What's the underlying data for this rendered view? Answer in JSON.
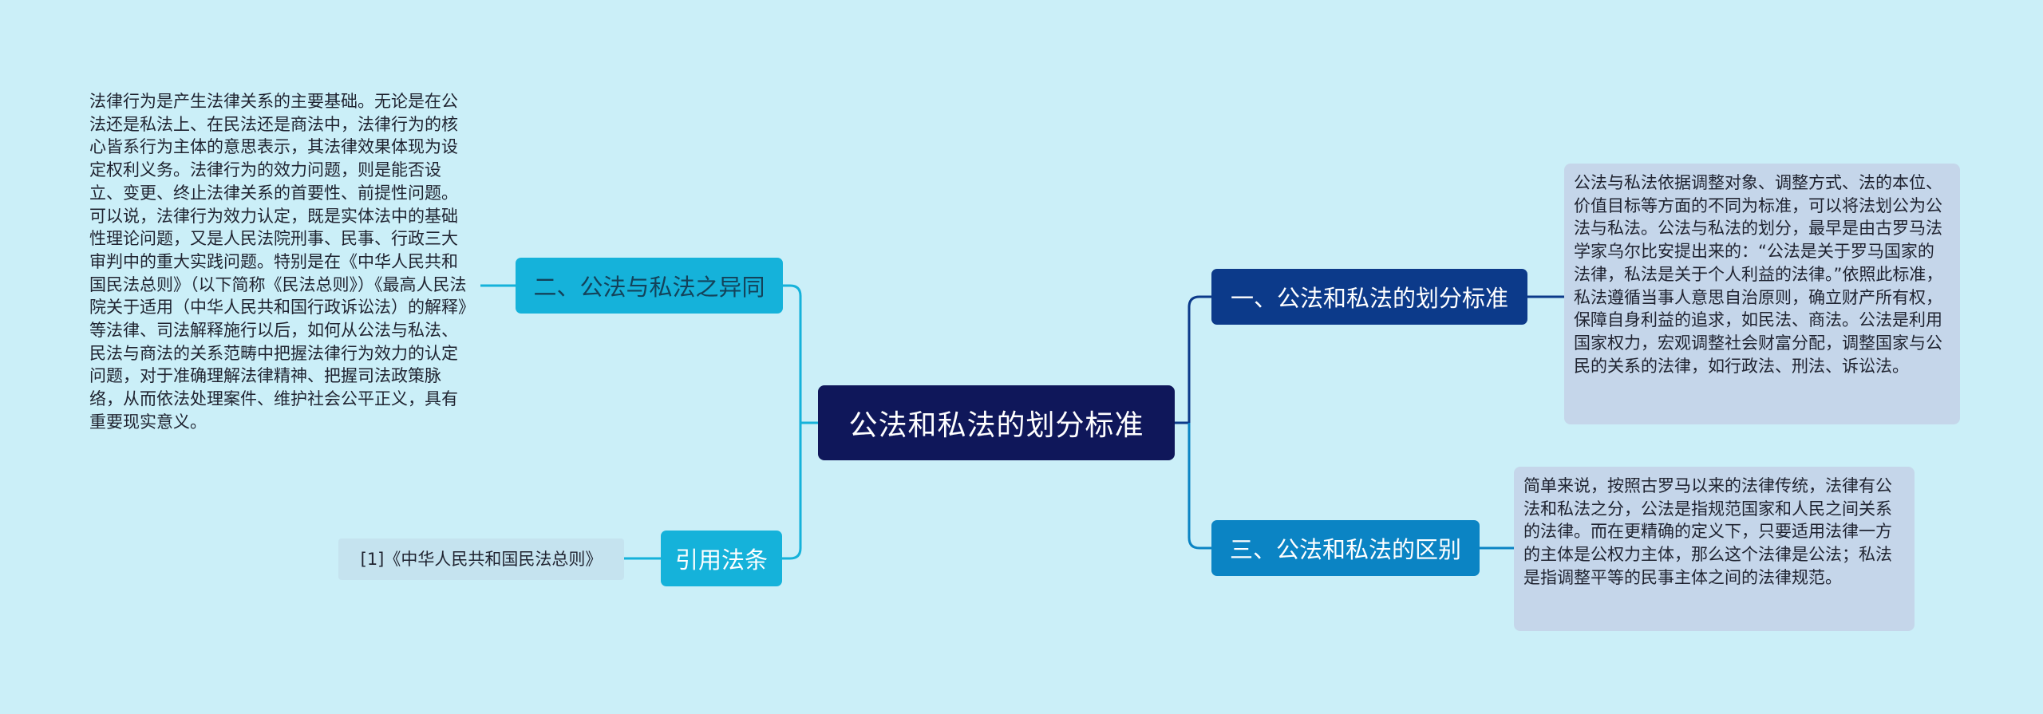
{
  "center": {
    "label": "公法和私法的划分标准"
  },
  "branches": {
    "b1": {
      "label": "一、公法和私法的划分标准"
    },
    "b2": {
      "label": "二、公法与私法之异同"
    },
    "b3": {
      "label": "三、公法和私法的区别"
    },
    "b4": {
      "label": "引用法条"
    }
  },
  "leaves": {
    "l1": "公法与私法依据调整对象、调整方式、法的本位、价值目标等方面的不同为标准，可以将法划公为公法与私法。公法与私法的划分，最早是由古罗马法学家乌尔比安提出来的：“公法是关于罗马国家的法律，私法是关于个人利益的法律。”依照此标准，私法遵循当事人意思自治原则，确立财产所有权，保障自身利益的追求，如民法、商法。公法是利用国家权力，宏观调整社会财富分配，调整国家与公民的关系的法律，如行政法、刑法、诉讼法。",
    "l2": "法律行为是产生法律关系的主要基础。无论是在公法还是私法上、在民法还是商法中，法律行为的核心皆系行为主体的意思表示，其法律效果体现为设定权利义务。法律行为的效力问题，则是能否设立、变更、终止法律关系的首要性、前提性问题。可以说，法律行为效力认定，既是实体法中的基础性理论问题，又是人民法院刑事、民事、行政三大审判中的重大实践问题。特别是在《中华人民共和国民法总则》（以下简称《民法总则》）《最高人民法院关于适用（中华人民共和国行政诉讼法）的解释》等法律、司法解释施行以后，如何从公法与私法、民法与商法的关系范畴中把握法律行为效力的认定问题，对于准确理解法律精神、把握司法政策脉络，从而依法处理案件、维护社会公平正义，具有重要现实意义。",
    "l3": "简单来说，按照古罗马以来的法律传统，法律有公法和私法之分，公法是指规范国家和人民之间关系的法律。而在更精确的定义下，只要适用法律一方的主体是公权力主体，那么这个法律是公法；私法是指调整平等的民事主体之间的法律规范。",
    "l4": "[1]《中华人民共和国民法总则》"
  },
  "colors": {
    "background": "#cbeff8",
    "center": "#0f175a",
    "branch_1": "#0c3a8a",
    "branch_3": "#0b84c4",
    "branch_left": "#15b2da",
    "leaf_right": "#c5d6ea",
    "link_right": "#0c3a8a",
    "link_left": "#15b2da"
  }
}
